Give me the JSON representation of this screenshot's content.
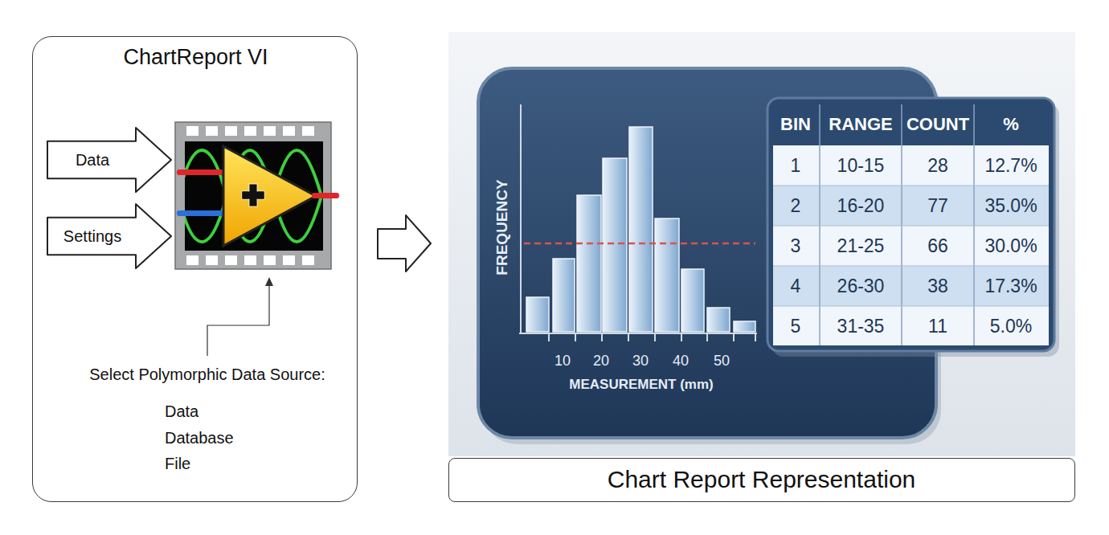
{
  "diagram": {
    "nodes": [
      {
        "text": [
          "ChartReport VI"
        ]
      },
      {
        "text": [
          "Data"
        ],
        "in": 0
      },
      {
        "text": [
          "Settings"
        ],
        "in": 0
      },
      {
        "text": [
          "Chart Report Representation"
        ]
      }
    ],
    "labels": [
      "Select Polymorphic Data Source:",
      "Data",
      "Database",
      "File",
      "FREQUENCY",
      "10",
      "20",
      "30",
      "40",
      "50",
      "MEASUREMENT (mm)",
      "BIN",
      "RANGE",
      "COUNT",
      "%",
      "1",
      "10-15",
      "28",
      "12.7%",
      "2",
      "16-20",
      "77",
      "35.0%",
      "3",
      "21-25",
      "66",
      "30.0%",
      "4",
      "26-30",
      "38",
      "17.3%",
      "5",
      "31-35",
      "11",
      "5.0%"
    ]
  }
}
